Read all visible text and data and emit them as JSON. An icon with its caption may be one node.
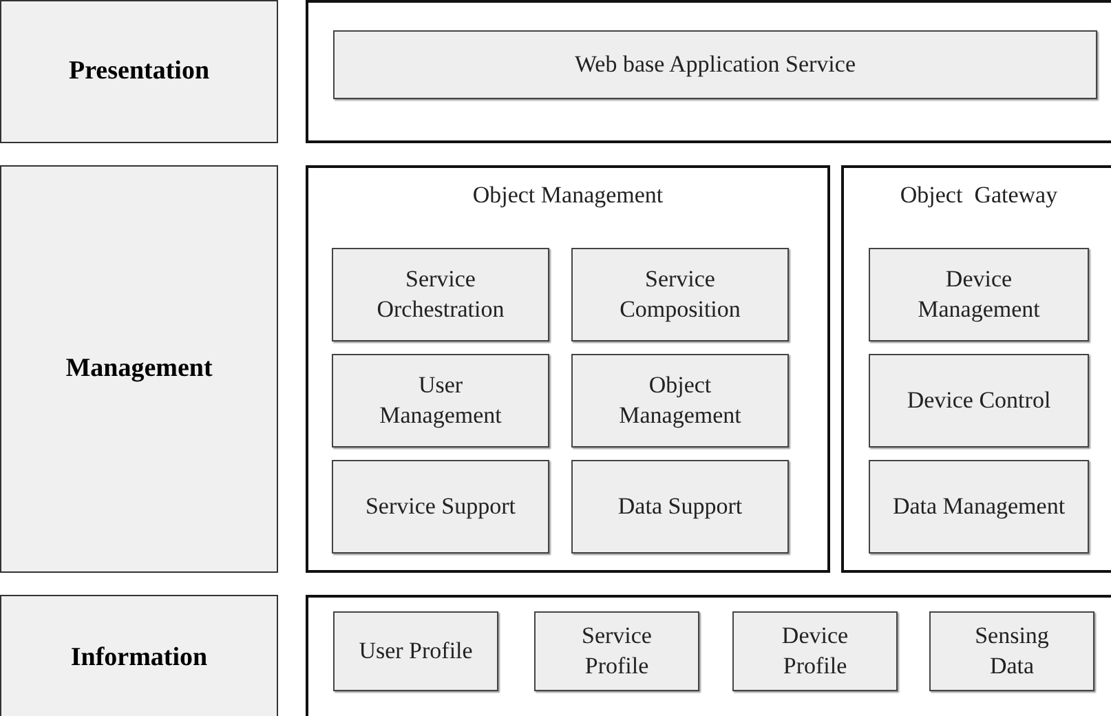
{
  "diagram": {
    "nodes": [
      {
        "text": [
          "Presentation"
        ]
      },
      {
        "text": [],
        "shape": "box"
      },
      {
        "text": [
          "Web base Application Service"
        ],
        "in": 1
      },
      {
        "text": [
          "Management"
        ]
      },
      {
        "text": [
          "Object Management"
        ]
      },
      {
        "text": [
          "Service Orchestration"
        ],
        "in": 4
      },
      {
        "text": [
          "Service Composition"
        ],
        "in": 4
      },
      {
        "text": [
          "User Management"
        ],
        "in": 4
      },
      {
        "text": [
          "Object Management"
        ],
        "in": 4
      },
      {
        "text": [
          "Service Support"
        ],
        "in": 4
      },
      {
        "text": [
          "Data Support"
        ],
        "in": 4
      },
      {
        "text": [
          "Object  Gateway"
        ]
      },
      {
        "text": [
          "Device Management"
        ],
        "in": 11
      },
      {
        "text": [
          "Device Control"
        ],
        "in": 11
      },
      {
        "text": [
          "Data Management"
        ],
        "in": 11
      },
      {
        "text": [
          "Information"
        ]
      },
      {
        "text": [],
        "shape": "box"
      },
      {
        "text": [
          "User Profile"
        ],
        "in": 16
      },
      {
        "text": [
          "Service Profile"
        ],
        "in": 16
      },
      {
        "text": [
          "Device Profile"
        ],
        "in": 16
      },
      {
        "text": [
          "Sensing Data"
        ],
        "in": 16
      }
    ],
    "edges": []
  }
}
